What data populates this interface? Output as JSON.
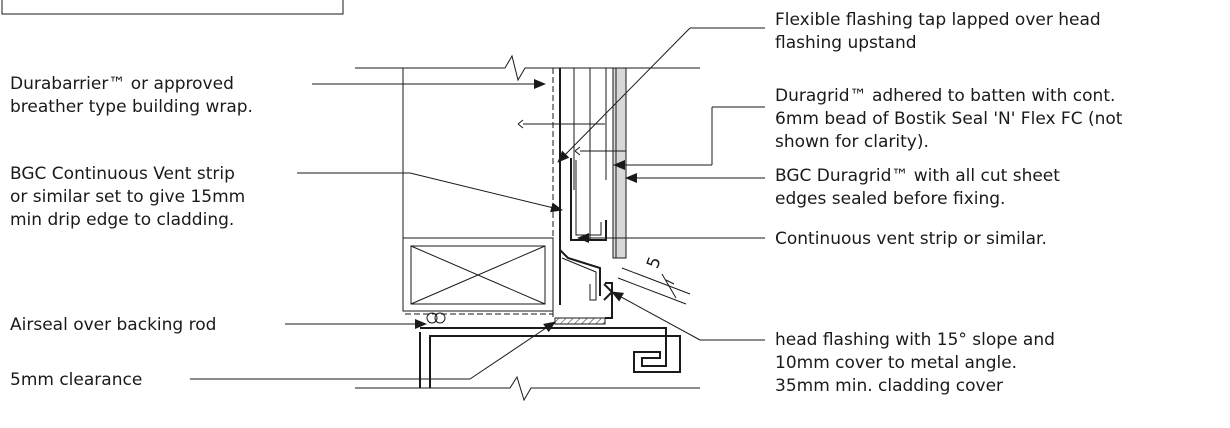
{
  "labels": {
    "wrap": [
      "Durabarrier™ or approved",
      "breather type building wrap."
    ],
    "vent_strip": [
      "BGC Continuous Vent strip",
      "or similar set to give 15mm",
      "min drip edge to cladding."
    ],
    "airseal": [
      "Airseal over backing rod"
    ],
    "clearance": [
      "5mm clearance"
    ],
    "flashing_tape": [
      "Flexible flashing tap lapped over head",
      "flashing upstand"
    ],
    "duragrid_adhered": [
      "Duragrid™ adhered to batten with cont.",
      "6mm bead of Bostik Seal 'N' Flex FC (not",
      "shown for clarity)."
    ],
    "duragrid_sealed": [
      "BGC Duragrid™ with all cut sheet",
      "edges sealed before fixing."
    ],
    "cont_vent": [
      "Continuous vent strip or similar."
    ],
    "head_flashing": [
      "head flashing with 15° slope and",
      "10mm cover to metal angle.",
      "35mm min. cladding cover"
    ]
  },
  "dimension_value": "5"
}
